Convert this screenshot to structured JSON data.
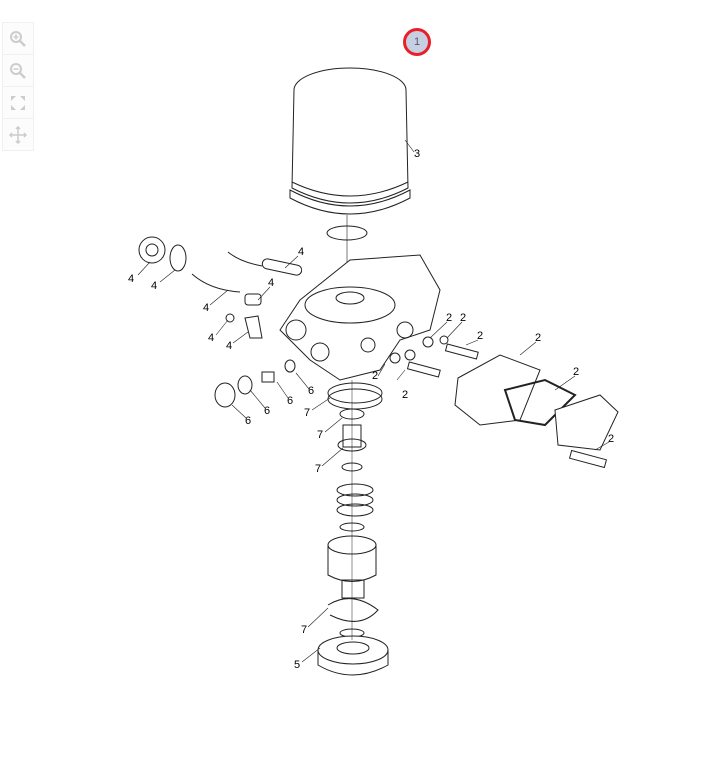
{
  "toolbar": {
    "tools": [
      {
        "name": "zoom-in",
        "icon": "zoom-in-icon"
      },
      {
        "name": "zoom-out",
        "icon": "zoom-out-icon"
      },
      {
        "name": "fit",
        "icon": "expand-icon"
      },
      {
        "name": "pan",
        "icon": "move-icon"
      }
    ]
  },
  "diagram": {
    "page_badge": "1",
    "callouts": [
      "3",
      "4",
      "4",
      "4",
      "4",
      "4",
      "4",
      "4",
      "2",
      "2",
      "2",
      "2",
      "2",
      "2",
      "2",
      "2",
      "6",
      "6",
      "6",
      "6",
      "7",
      "7",
      "7",
      "7",
      "5"
    ]
  },
  "colors": {
    "badge_ring": "#e8202a",
    "badge_fill": "#c7d0e2",
    "line": "#222222"
  }
}
